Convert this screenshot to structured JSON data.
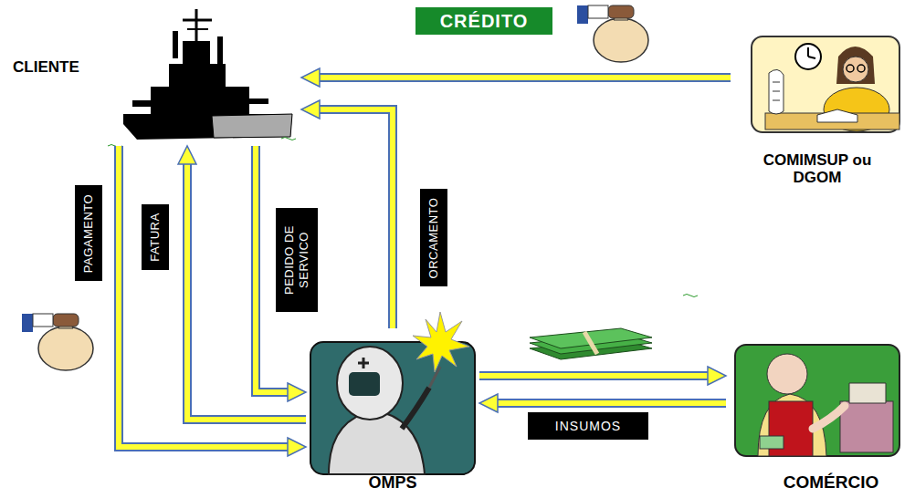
{
  "diagram": {
    "nodes": [
      {
        "text": [
          "CLIENTE"
        ]
      },
      {
        "text": [
          "COMIMSUP ou DGOM"
        ]
      },
      {
        "text": [
          "OMPS"
        ]
      },
      {
        "text": [
          "COMÉRCIO"
        ]
      }
    ],
    "edges": [
      {
        "from": 1,
        "to": 0,
        "label": "CRÉDITO",
        "arrow": "to"
      },
      {
        "from": 0,
        "to": 2,
        "label": "PAGAMENTO",
        "arrow": "to"
      },
      {
        "from": 2,
        "to": 0,
        "label": "FATURA",
        "arrow": "to"
      },
      {
        "from": 0,
        "to": 2,
        "label": "PEDIDO DE SERVICO",
        "arrow": "to"
      },
      {
        "from": 2,
        "to": 0,
        "label": "ORCAMENTO",
        "arrow": "to"
      },
      {
        "from": 2,
        "to": 3,
        "arrow": "to"
      },
      {
        "from": 3,
        "to": 2,
        "label": "INSUMOS",
        "arrow": "to"
      }
    ]
  }
}
